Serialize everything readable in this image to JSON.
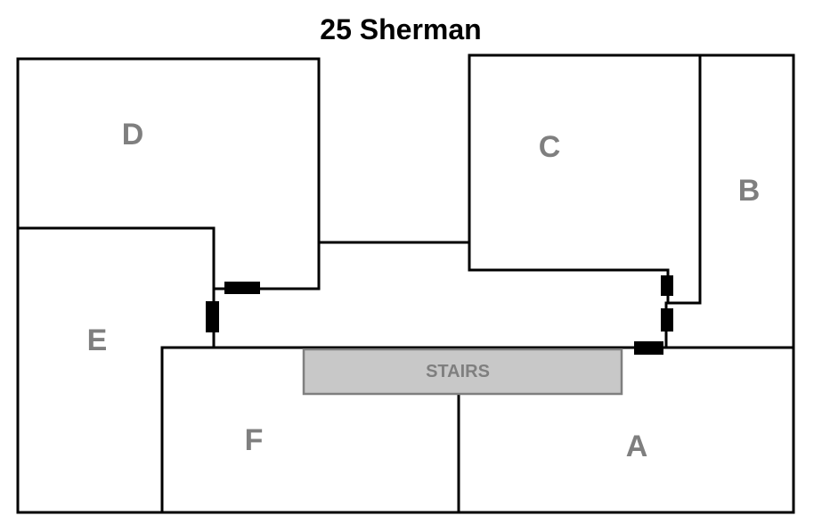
{
  "title": "25 Sherman",
  "rooms": [
    {
      "id": "a",
      "label": "A"
    },
    {
      "id": "b",
      "label": "B"
    },
    {
      "id": "c",
      "label": "C"
    },
    {
      "id": "d",
      "label": "D"
    },
    {
      "id": "e",
      "label": "E"
    },
    {
      "id": "f",
      "label": "F"
    }
  ],
  "stairs": {
    "label": "STAIRS"
  },
  "colors": {
    "wall": "#000000",
    "label": "#7f7f7f",
    "stairs_fill": "#c8c8c8",
    "stairs_stroke": "#7f7f7f",
    "door": "#000000",
    "background": "#ffffff"
  }
}
